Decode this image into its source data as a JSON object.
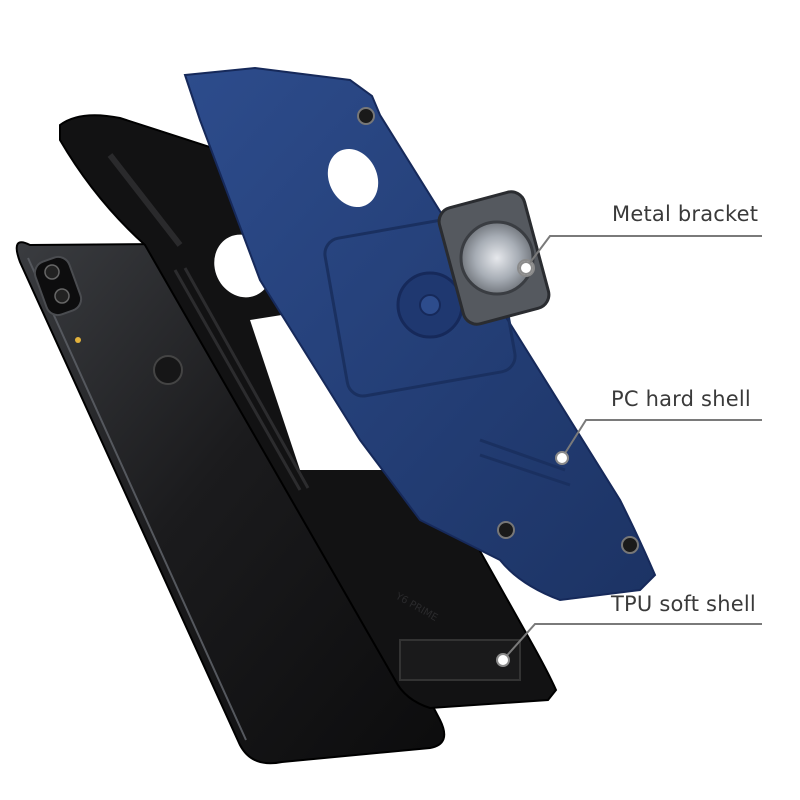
{
  "callouts": {
    "metal_bracket": "Metal bracket",
    "pc_hard_shell": "PC hard shell",
    "tpu_soft_shell": "TPU soft shell"
  },
  "colors": {
    "background": "#ffffff",
    "phone_body": "#1b1b1d",
    "tpu_shell": "#101010",
    "pc_shell": "#243f78",
    "ring_metal": "#9aa0a8",
    "callout_line": "#7a7a7a",
    "callout_text": "#3a3a3a"
  },
  "icons": {
    "ring_holder": "ring-holder-icon",
    "camera": "camera-icon",
    "fingerprint": "fingerprint-icon"
  }
}
